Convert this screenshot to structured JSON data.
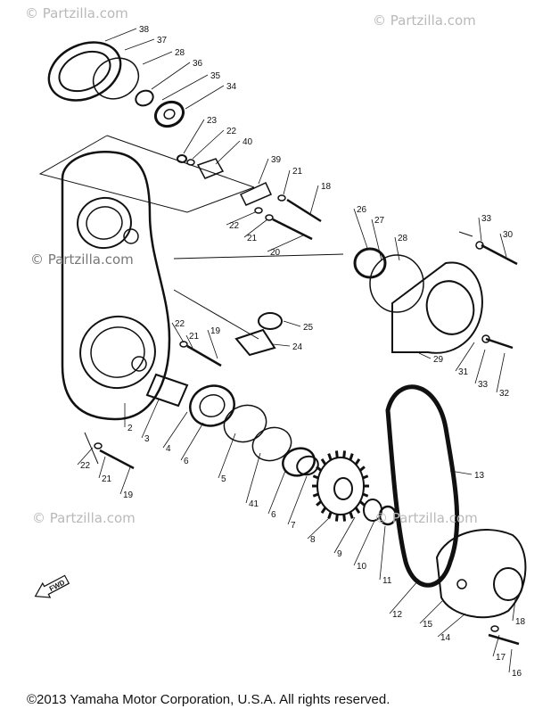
{
  "watermark": "© Partzilla.com",
  "copyright": "©2013  Yamaha Motor Corporation, U.S.A. All rights reserved.",
  "fwd_label": "FWD",
  "callouts": [
    {
      "id": "38",
      "label": "38"
    },
    {
      "id": "37",
      "label": "37"
    },
    {
      "id": "28a",
      "label": "28"
    },
    {
      "id": "36",
      "label": "36"
    },
    {
      "id": "35",
      "label": "35"
    },
    {
      "id": "34",
      "label": "34"
    },
    {
      "id": "23",
      "label": "23"
    },
    {
      "id": "22a",
      "label": "22"
    },
    {
      "id": "40",
      "label": "40"
    },
    {
      "id": "39",
      "label": "39"
    },
    {
      "id": "21a",
      "label": "21"
    },
    {
      "id": "18",
      "label": "18"
    },
    {
      "id": "22b",
      "label": "22"
    },
    {
      "id": "21b",
      "label": "21"
    },
    {
      "id": "20",
      "label": "20"
    },
    {
      "id": "26",
      "label": "26"
    },
    {
      "id": "27",
      "label": "27"
    },
    {
      "id": "28b",
      "label": "28"
    },
    {
      "id": "33a",
      "label": "33"
    },
    {
      "id": "30",
      "label": "30"
    },
    {
      "id": "25",
      "label": "25"
    },
    {
      "id": "24",
      "label": "24"
    },
    {
      "id": "22c",
      "label": "22"
    },
    {
      "id": "21c",
      "label": "21"
    },
    {
      "id": "19a",
      "label": "19"
    },
    {
      "id": "29",
      "label": "29"
    },
    {
      "id": "31",
      "label": "31"
    },
    {
      "id": "33b",
      "label": "33"
    },
    {
      "id": "32",
      "label": "32"
    },
    {
      "id": "2",
      "label": "2"
    },
    {
      "id": "3",
      "label": "3"
    },
    {
      "id": "4",
      "label": "4"
    },
    {
      "id": "6a",
      "label": "6"
    },
    {
      "id": "5",
      "label": "5"
    },
    {
      "id": "41",
      "label": "41"
    },
    {
      "id": "6b",
      "label": "6"
    },
    {
      "id": "7",
      "label": "7"
    },
    {
      "id": "8",
      "label": "8"
    },
    {
      "id": "9",
      "label": "9"
    },
    {
      "id": "10",
      "label": "10"
    },
    {
      "id": "11",
      "label": "11"
    },
    {
      "id": "13",
      "label": "13"
    },
    {
      "id": "22d",
      "label": "22"
    },
    {
      "id": "21d",
      "label": "21"
    },
    {
      "id": "19b",
      "label": "19"
    },
    {
      "id": "12",
      "label": "12"
    },
    {
      "id": "15",
      "label": "15"
    },
    {
      "id": "14",
      "label": "14"
    },
    {
      "id": "18b",
      "label": "18"
    },
    {
      "id": "17",
      "label": "17"
    },
    {
      "id": "16",
      "label": "16"
    }
  ]
}
